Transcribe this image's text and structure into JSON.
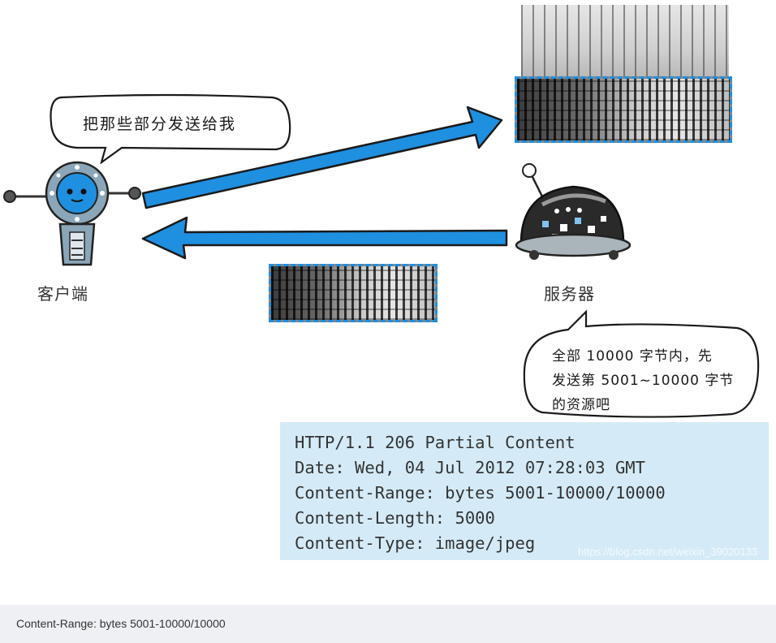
{
  "client": {
    "label": "客户端",
    "speech": "把那些部分发送给我"
  },
  "server": {
    "label": "服务器",
    "speech_lines": [
      "全部 10000 字节内，先",
      "发送第 5001~10000 字节",
      "的资源吧"
    ]
  },
  "response": {
    "lines": [
      "HTTP/1.1 206 Partial Content",
      "Date: Wed, 04 Jul 2012 07:28:03 GMT",
      "Content-Range: bytes 5001-10000/10000",
      "Content-Length: 5000",
      "Content-Type: image/jpeg"
    ],
    "watermark": "https://blog.csdn.net/weixin_39020133"
  },
  "caption": "Content-Range: bytes 5001-10000/10000",
  "colors": {
    "arrow": "#1f8fe0",
    "response_bg": "#d4ebf7",
    "caption_bg": "#eef0f4"
  }
}
